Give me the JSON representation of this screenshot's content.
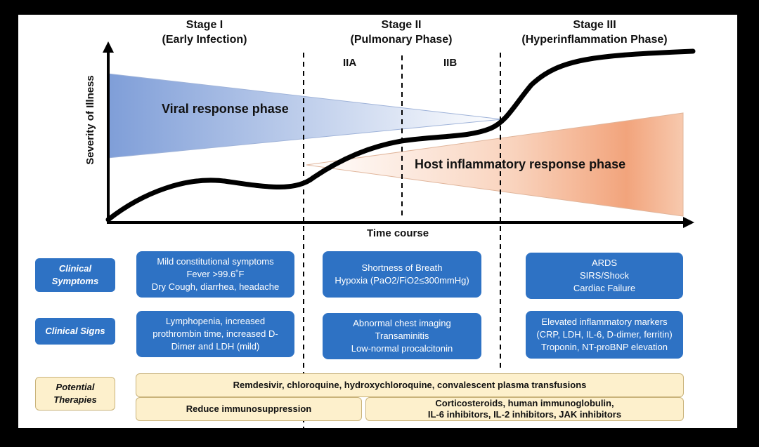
{
  "stages": [
    {
      "title": "Stage I",
      "subtitle": "(Early Infection)"
    },
    {
      "title": "Stage II",
      "subtitle": "(Pulmonary Phase)"
    },
    {
      "title": "Stage III",
      "subtitle": "(Hyperinflammation Phase)"
    }
  ],
  "substages": {
    "a": "IIA",
    "b": "IIB"
  },
  "axes": {
    "y_label": "Severity of Illness",
    "x_label": "Time course"
  },
  "phases": {
    "viral": "Viral response phase",
    "host": "Host inflammatory response phase"
  },
  "row_labels": {
    "symptoms": [
      "Clinical",
      "Symptoms"
    ],
    "signs": [
      "Clinical Signs"
    ],
    "therapies": [
      "Potential",
      "Therapies"
    ]
  },
  "symptoms": {
    "stage1": [
      "Mild constitutional symptoms",
      "Fever >99.6˚F",
      "Dry Cough, diarrhea, headache"
    ],
    "stage2": [
      "Shortness of Breath",
      "Hypoxia (PaO2/FiO2≤300mmHg)"
    ],
    "stage3": [
      "ARDS",
      "SIRS/Shock",
      "Cardiac Failure"
    ]
  },
  "signs": {
    "stage1": [
      "Lymphopenia, increased",
      "prothrombin time, increased D-",
      "Dimer and LDH (mild)"
    ],
    "stage2": [
      "Abnormal chest imaging",
      "Transaminitis",
      "Low-normal procalcitonin"
    ],
    "stage3": [
      "Elevated inflammatory markers",
      "(CRP, LDH, IL-6, D-dimer, ferritin)",
      "Troponin, NT-proBNP elevation"
    ]
  },
  "therapies": {
    "all": "Remdesivir, chloroquine, hydroxychloroquine, convalescent plasma transfusions",
    "early": "Reduce immunosuppression",
    "late": [
      "Corticosteroids, human immunoglobulin,",
      "IL-6 inhibitors, IL-2 inhibitors, JAK inhibitors"
    ]
  },
  "colors": {
    "blue_box": "#2e72c4",
    "cream": "#fdf0cc",
    "viral": "#7a9bd6",
    "host": "#f2a57c"
  }
}
